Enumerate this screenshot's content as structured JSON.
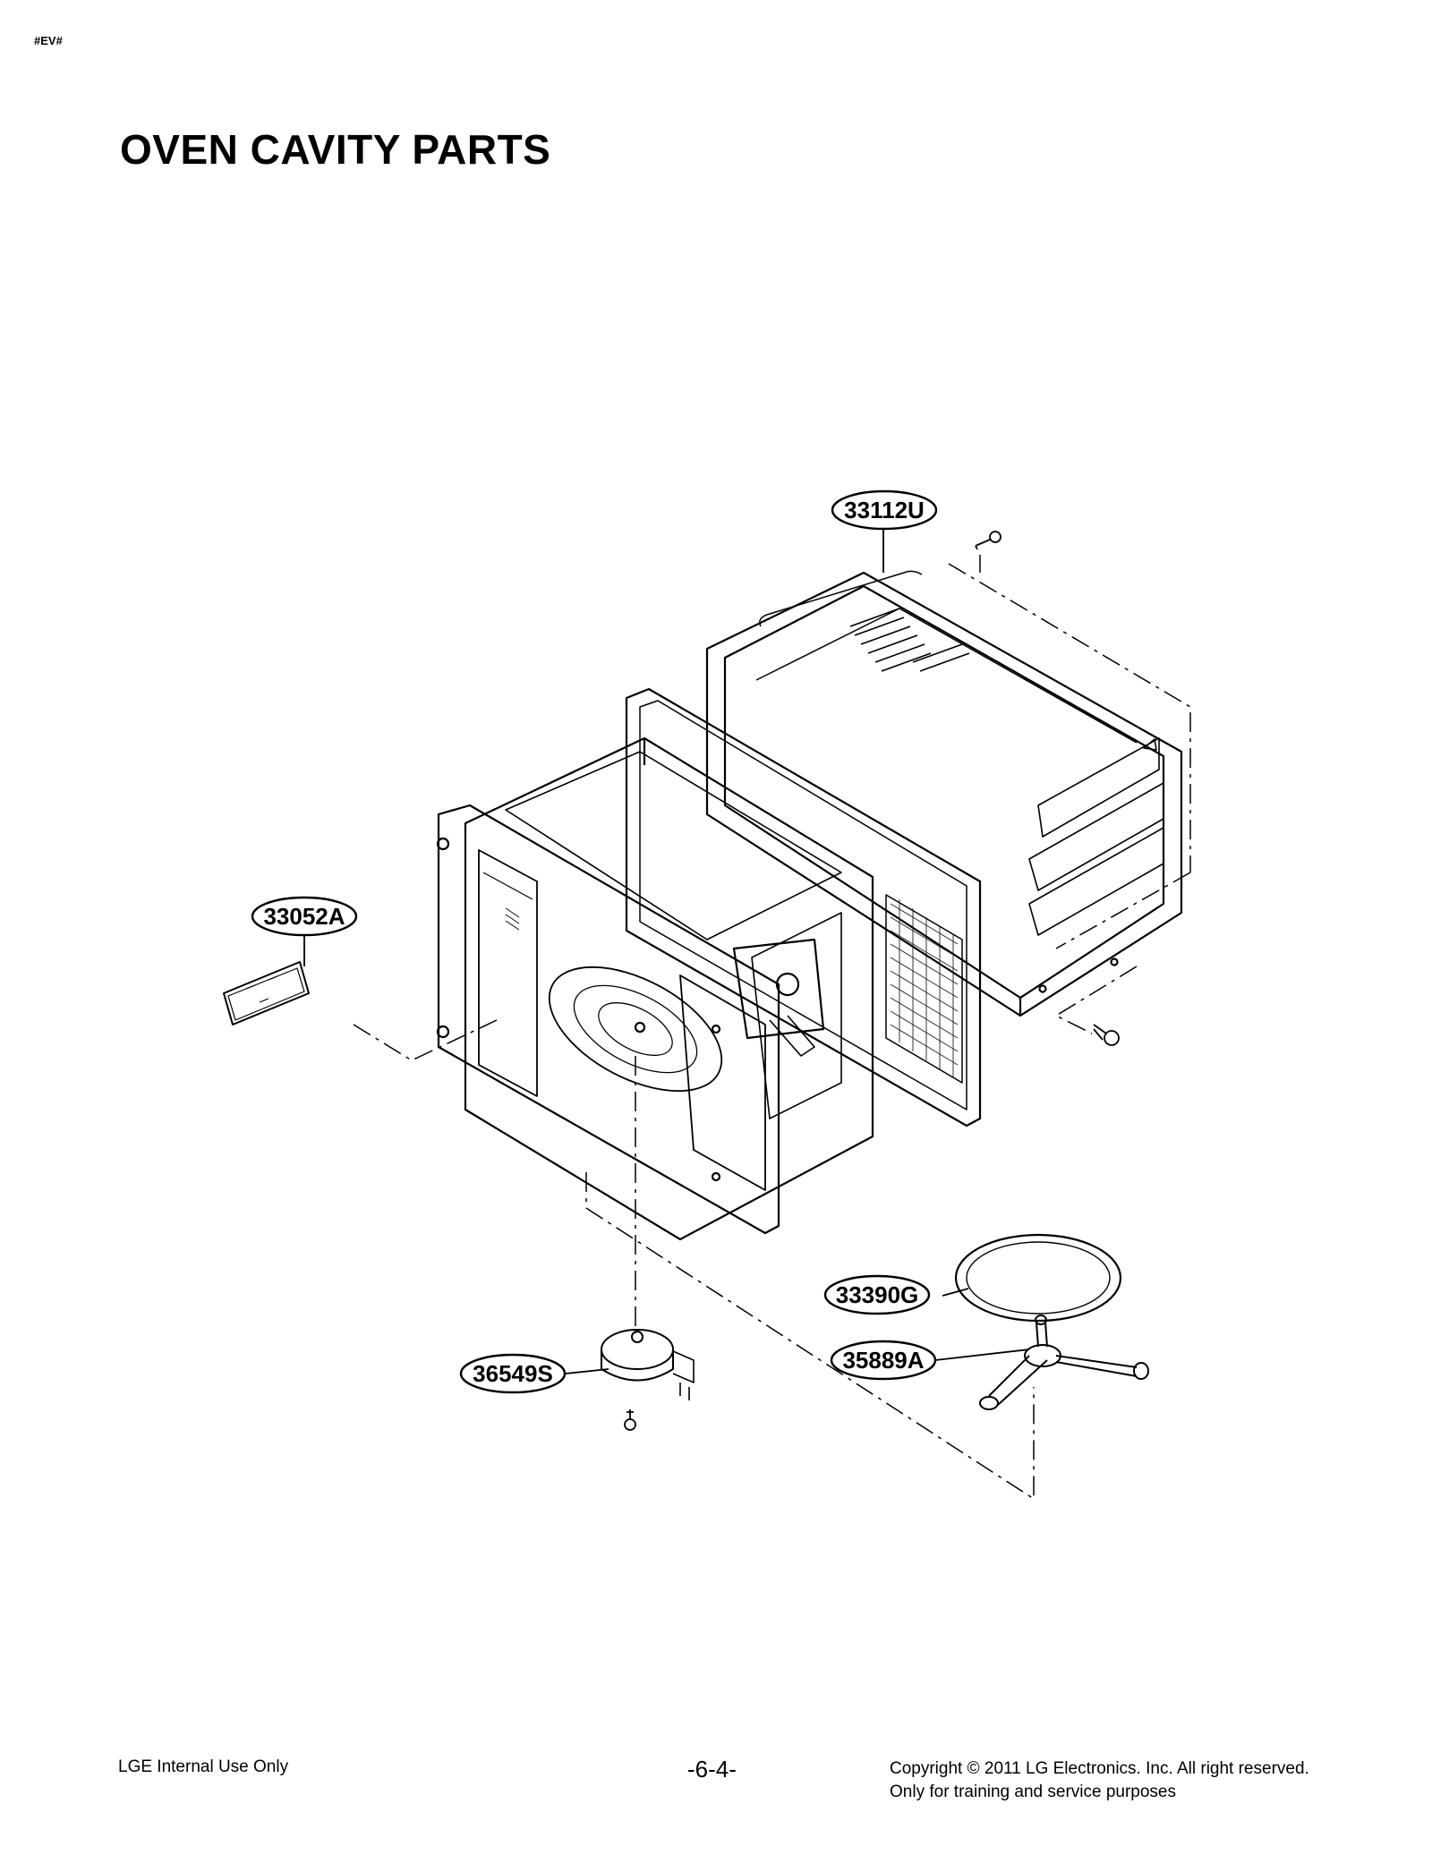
{
  "header": {
    "tag": "#EV#",
    "title": "OVEN CAVITY PARTS"
  },
  "parts": [
    {
      "id": "p1",
      "label": "33112U"
    },
    {
      "id": "p2",
      "label": "33052A"
    },
    {
      "id": "p3",
      "label": "33390G"
    },
    {
      "id": "p4",
      "label": "35889A"
    },
    {
      "id": "p5",
      "label": "36549S"
    }
  ],
  "footer": {
    "left": "LGE Internal Use Only",
    "page": "-6-4-",
    "copyright": "Copyright © 2011 LG Electronics. Inc. All right reserved.",
    "purpose": "Only for training and service purposes"
  }
}
